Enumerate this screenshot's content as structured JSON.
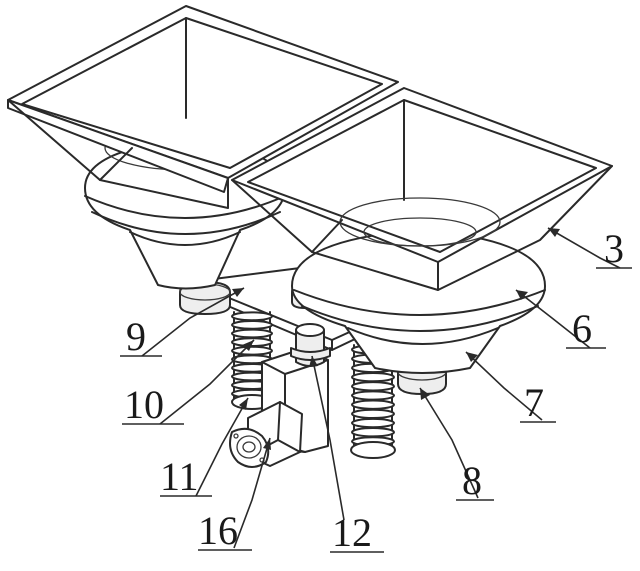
{
  "labels": {
    "part_3": "3",
    "part_6": "6",
    "part_7": "7",
    "part_8": "8",
    "part_9": "9",
    "part_10": "10",
    "part_11": "11",
    "part_12": "12",
    "part_16": "16"
  }
}
